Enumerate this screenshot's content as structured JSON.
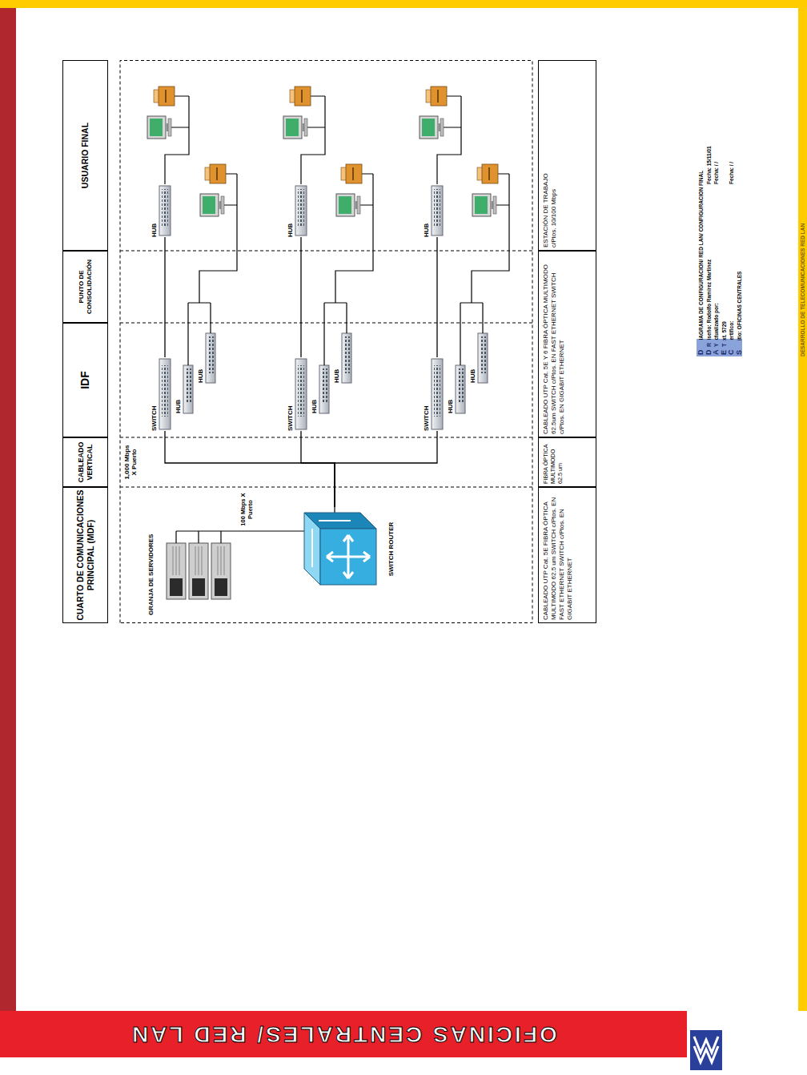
{
  "diagram": {
    "title": "OFICINAS CENTRALES/ RED LAN",
    "nodes": [
      {
        "text": [
          "CUARTO DE COMUNICACIONES PRINCIPAL (MDF)"
        ]
      },
      {
        "text": [
          "CABLEADO VERTICAL"
        ]
      },
      {
        "text": [
          "IDF"
        ]
      },
      {
        "text": [
          "PUNTO DE CONSOLIDACIÓN"
        ]
      },
      {
        "text": [
          "USUARIO FINAL"
        ]
      },
      {
        "text": [
          "SWITCH ROUTER"
        ]
      },
      {
        "text": [
          "SWITCH"
        ]
      },
      {
        "text": [
          "HUB"
        ]
      },
      {
        "text": [
          "HUB"
        ]
      },
      {
        "text": [
          "HUB"
        ]
      },
      {
        "text": [
          "SWITCH"
        ]
      },
      {
        "text": [
          "HUB"
        ]
      },
      {
        "text": [
          "HUB"
        ]
      },
      {
        "text": [
          "HUB"
        ]
      },
      {
        "text": [
          "SWITCH"
        ]
      },
      {
        "text": [
          "HUB"
        ]
      },
      {
        "text": [
          "HUB"
        ]
      },
      {
        "text": [
          "HUB"
        ]
      },
      {
        "text": [
          "CABLEADO UTP Cat. 5E FIBRA ÓPTICA MULTIMODO 62.5 um SWITCH c/Ptos. EN FAST ETHERNET SWITCH c/Ptos. EN GIGABIT ETHERNET"
        ]
      },
      {
        "text": [
          "FIBRA ÓPTICA MULTIMODO 62.5 um"
        ]
      },
      {
        "text": [
          "CABLEADO UTP Cat. 5E Y 6 FIBRA ÓPTICA MULTIMODO 62.5um SWITCH c/Ptos. EN FAST ETHERNET SWITCH c/Ptos. EN GIGABIT ETHERNET"
        ]
      },
      {
        "text": [
          "ESTACIÓN DE TRABAJO c/Ptos. 10/100 Mbps"
        ]
      }
    ],
    "edges": [
      {
        "from": 5,
        "to": 6,
        "arrow": "none"
      },
      {
        "from": 5,
        "to": 10,
        "arrow": "none"
      },
      {
        "from": 5,
        "to": 14,
        "arrow": "none"
      },
      {
        "from": 6,
        "to": 9,
        "arrow": "none"
      },
      {
        "from": 10,
        "to": 13,
        "arrow": "none"
      },
      {
        "from": 14,
        "to": 17,
        "arrow": "none"
      }
    ],
    "labels": [
      "GRANJA DE SERVIDORES",
      "100 Mbps X Puerto",
      "1,000 Mbps X Puerto",
      "DIAGRAMA DE CONFIGURACION/ RED LAN/ CONFIGURACION FINAL",
      "Diseño: Rodolfo Ramírez Martínez",
      "Fecha: 15/11/01",
      "Actualizado por:",
      "Fecha: / /",
      "Ext. 5729",
      "Certifico:",
      "Fecha: / /",
      "Sitio: OFICINAS CENTRALES",
      "R",
      "Y",
      "T",
      "DESARROLLO DE TELECOMUNICACIONES RED LAN"
    ]
  }
}
